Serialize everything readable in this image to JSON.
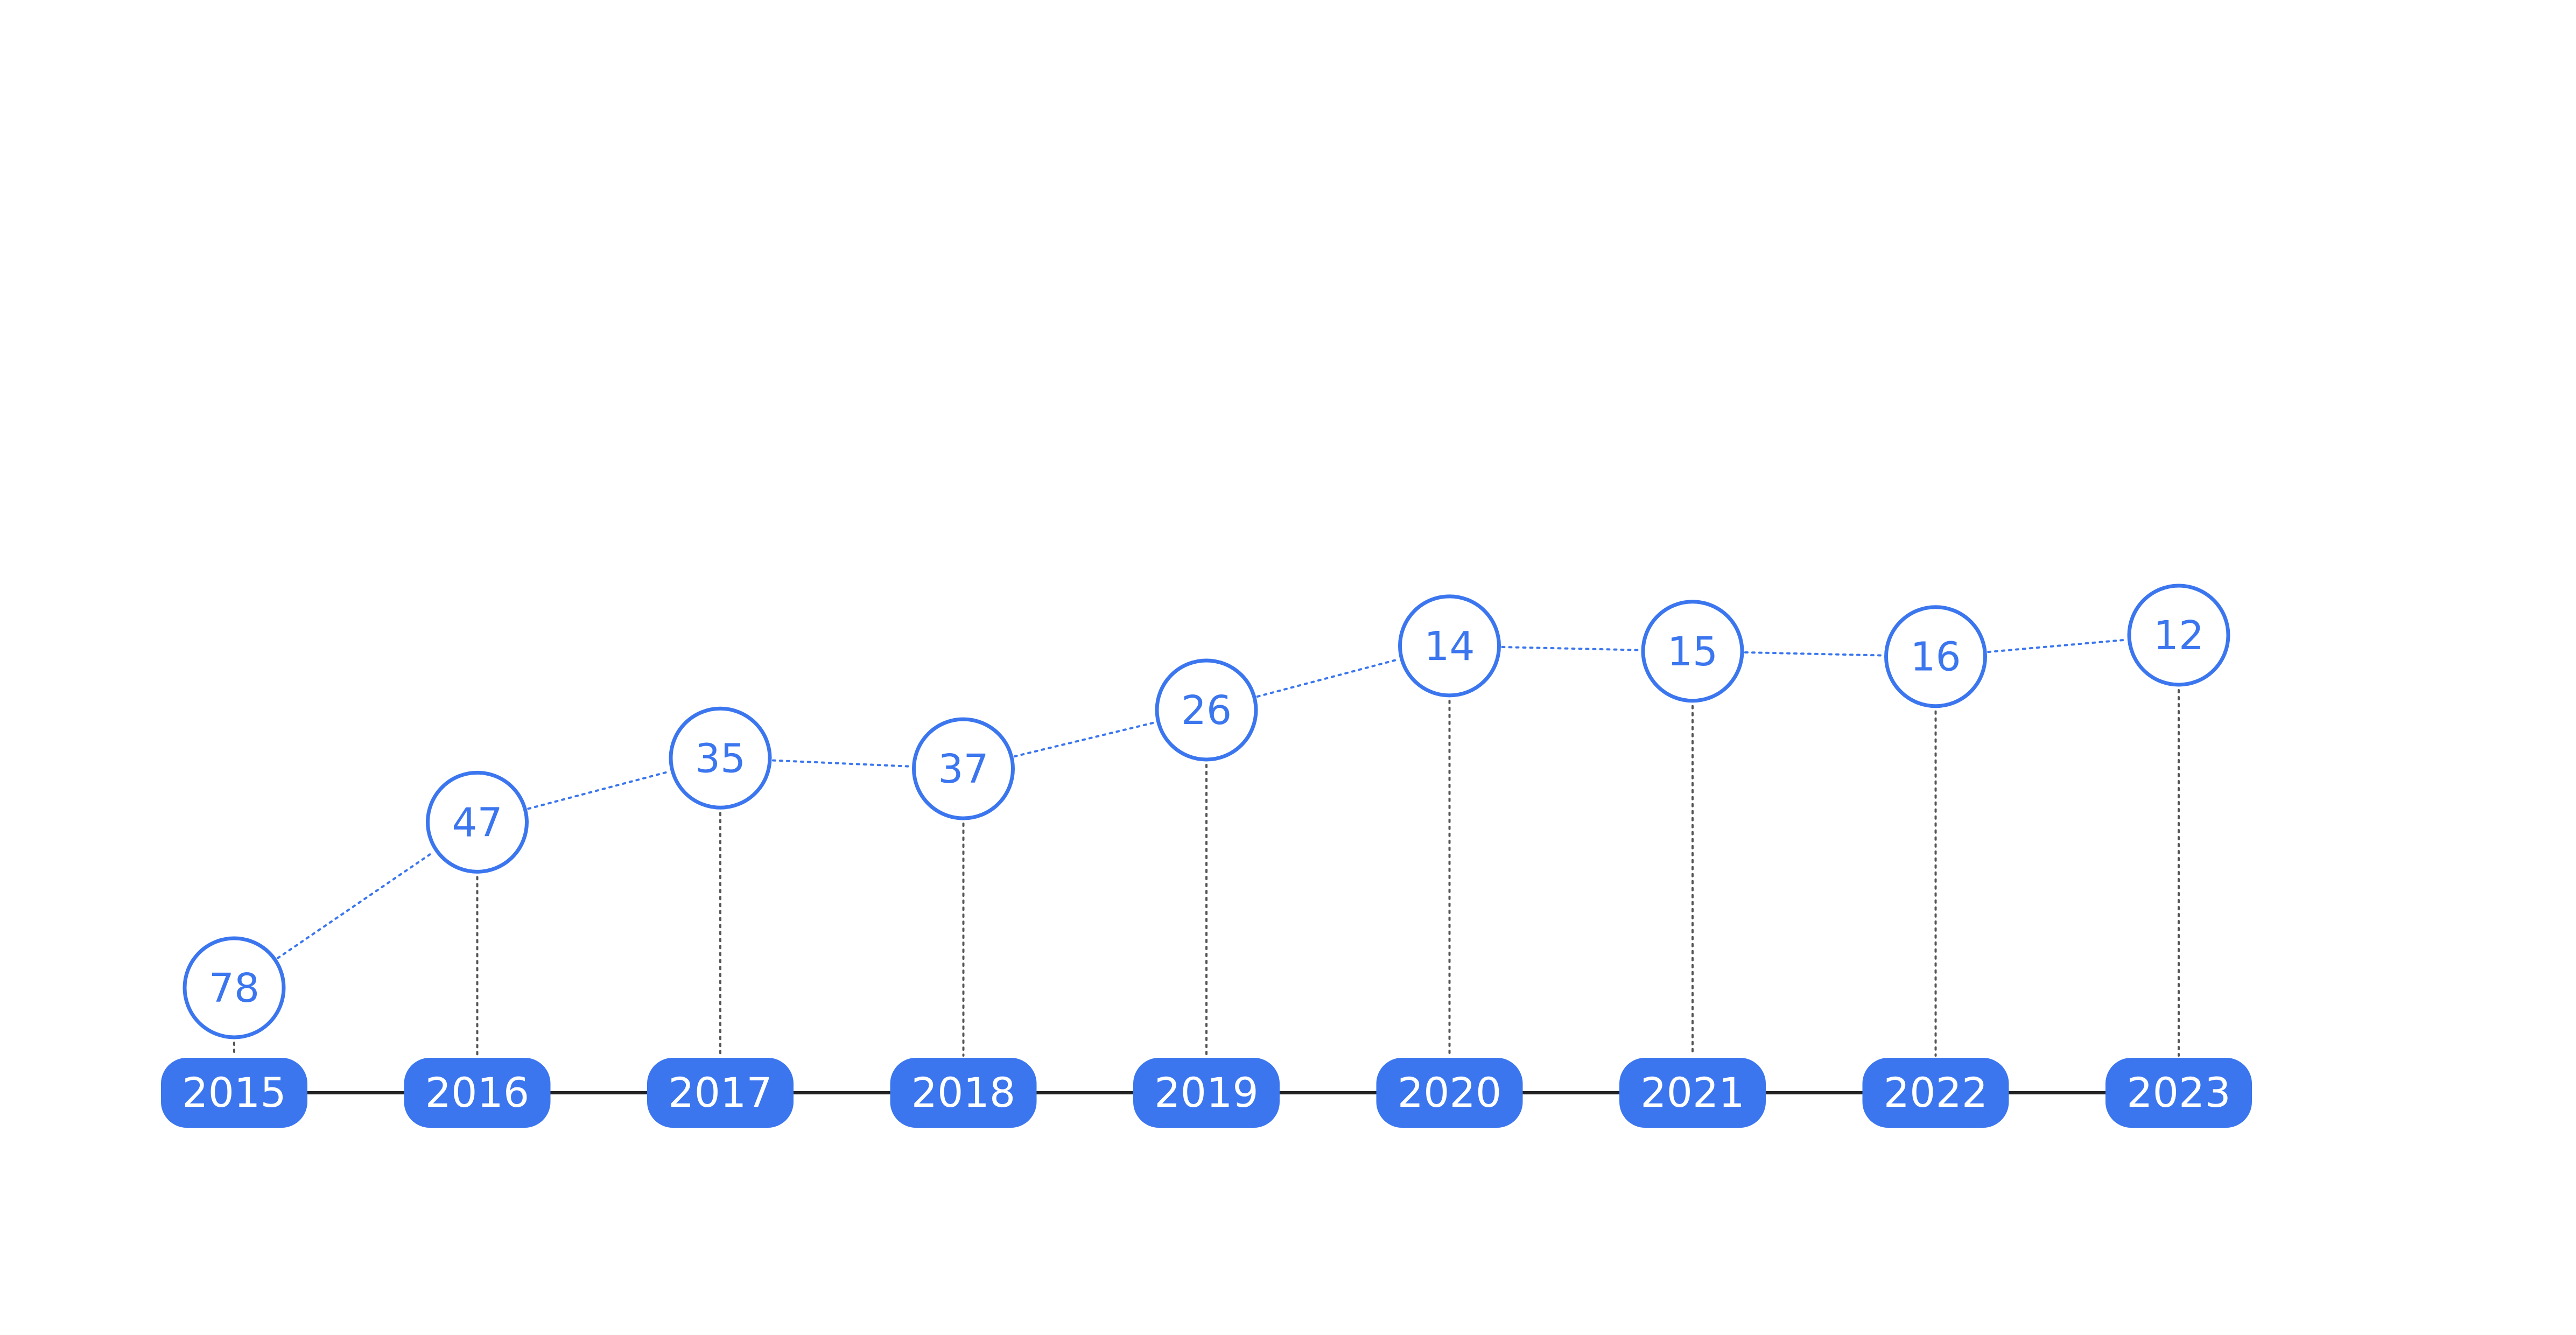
{
  "chart_data": {
    "type": "line",
    "title": "",
    "xlabel": "",
    "ylabel": "",
    "categories": [
      "2015",
      "2016",
      "2017",
      "2018",
      "2019",
      "2020",
      "2021",
      "2022",
      "2023"
    ],
    "series": [
      {
        "values": [
          78,
          47,
          35,
          37,
          26,
          14,
          15,
          16,
          12
        ]
      }
    ],
    "axis": "reversed, values decrease upward",
    "ylim": [
      90,
      0
    ],
    "grid": false,
    "legend": "none",
    "colors": {
      "accent": "#3b76ef",
      "axis_line": "#222222",
      "connector": "#555555",
      "pill_text": "#ffffff",
      "background": "#ffffff"
    }
  }
}
